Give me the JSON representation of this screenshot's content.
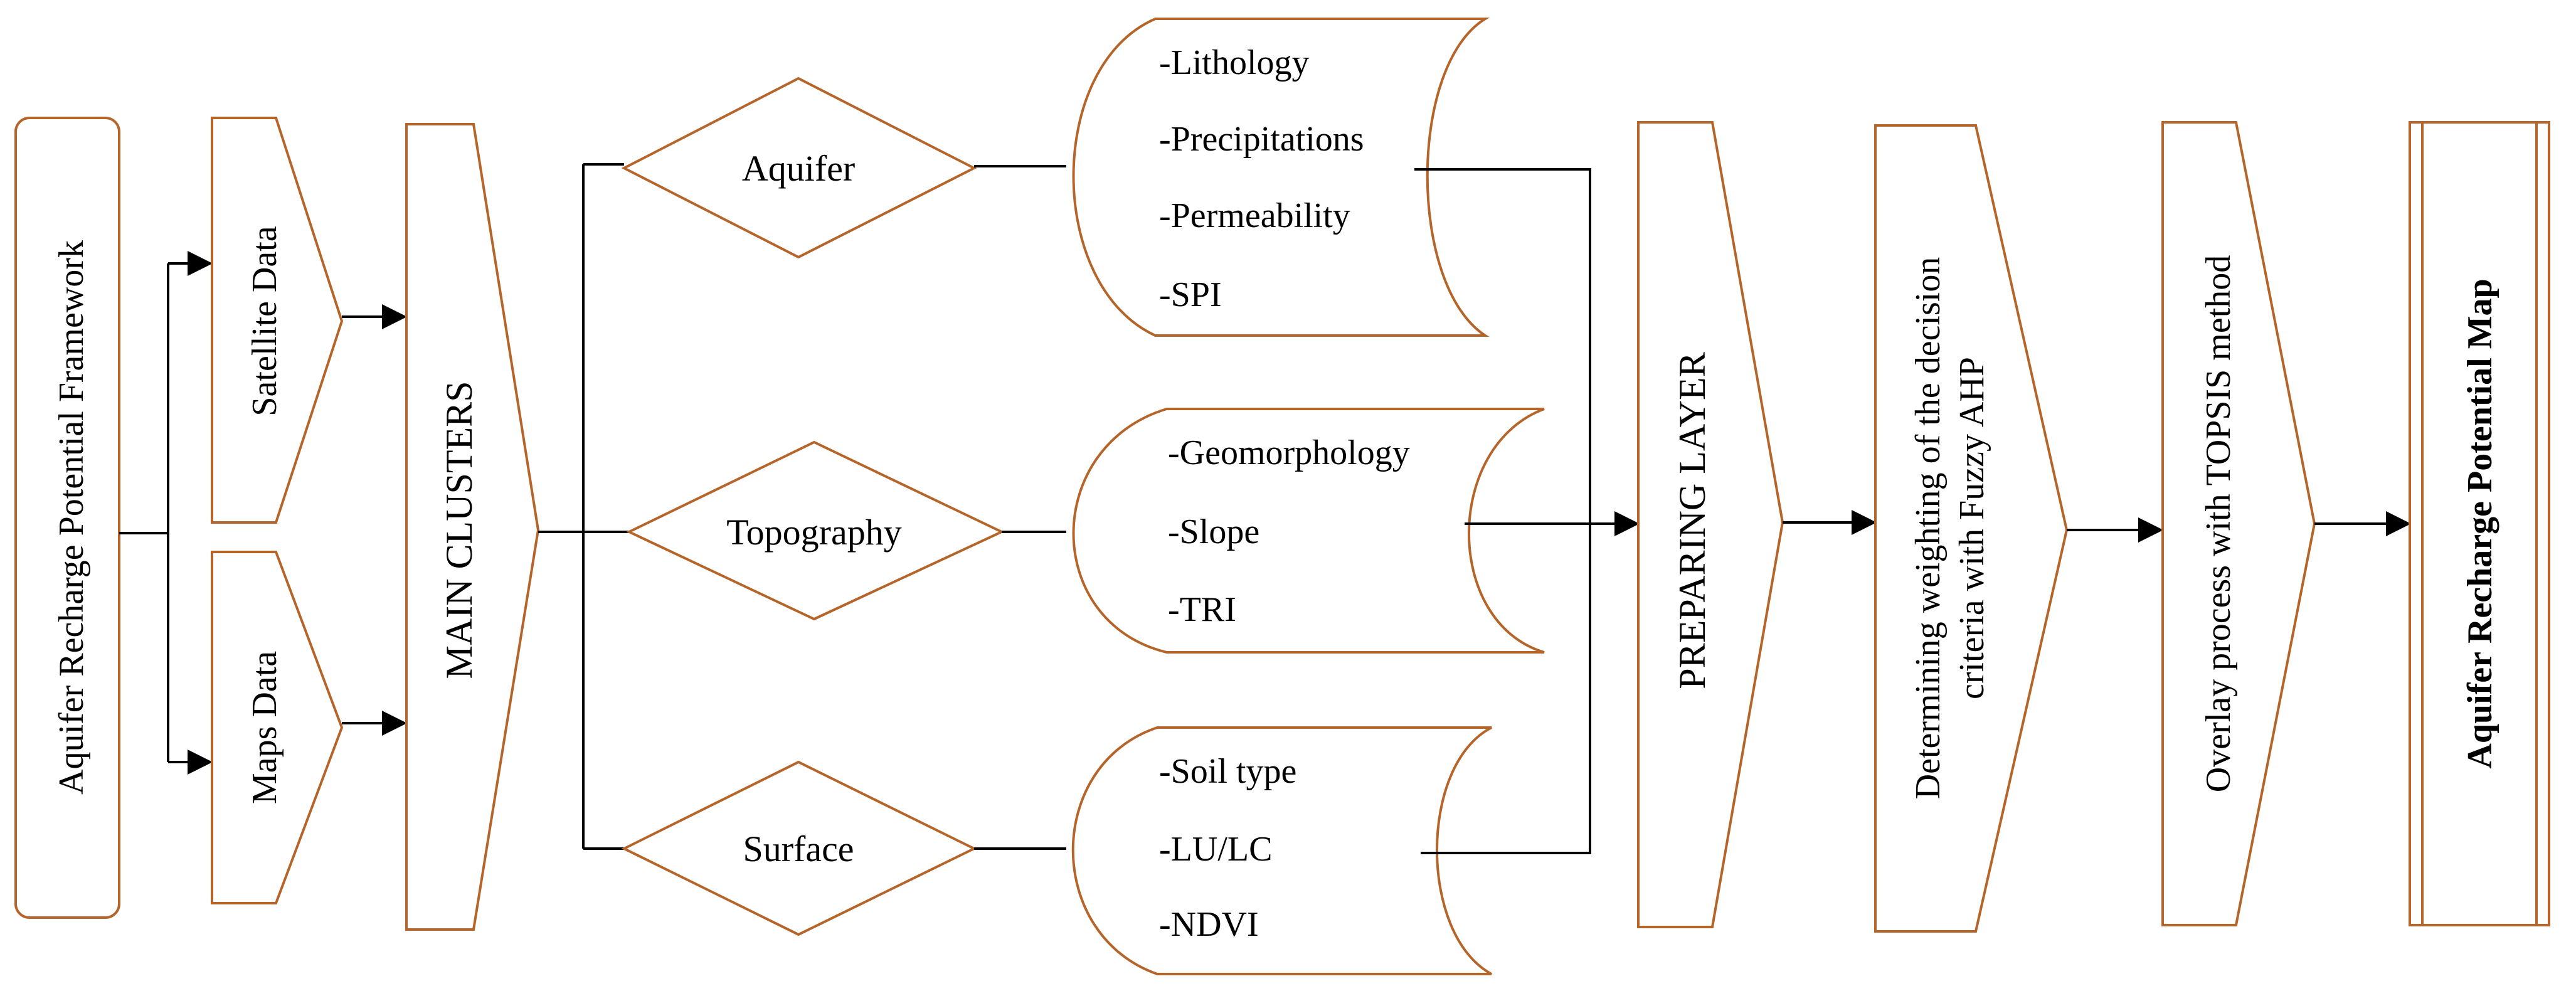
{
  "colors": {
    "shape_stroke": "#B5652A",
    "connector": "#000000",
    "background": "#FFFFFF"
  },
  "framework": {
    "label": "Aquifer Recharge Potential Framework"
  },
  "inputs": {
    "satellite": "Satellite Data",
    "maps": "Maps Data"
  },
  "main_clusters": {
    "label": "MAIN CLUSTERS"
  },
  "clusters": [
    {
      "name": "Aquifer",
      "criteria": [
        "-Lithology",
        "-Precipitations",
        "-Permeability",
        "-SPI"
      ]
    },
    {
      "name": "Topography",
      "criteria": [
        "-Geomorphology",
        "-Slope",
        "-TRI"
      ]
    },
    {
      "name": "Surface",
      "criteria": [
        "-Soil type",
        "-LU/LC",
        "-NDVI"
      ]
    }
  ],
  "steps": {
    "preparing": "PREPARING LAYER",
    "weighting_line1": "Determining weighting of the decision",
    "weighting_line2": "criteria with Fuzzy AHP",
    "overlay": "Overlay process with TOPSIS method",
    "output": "Aquifer Recharge Potential Map"
  }
}
